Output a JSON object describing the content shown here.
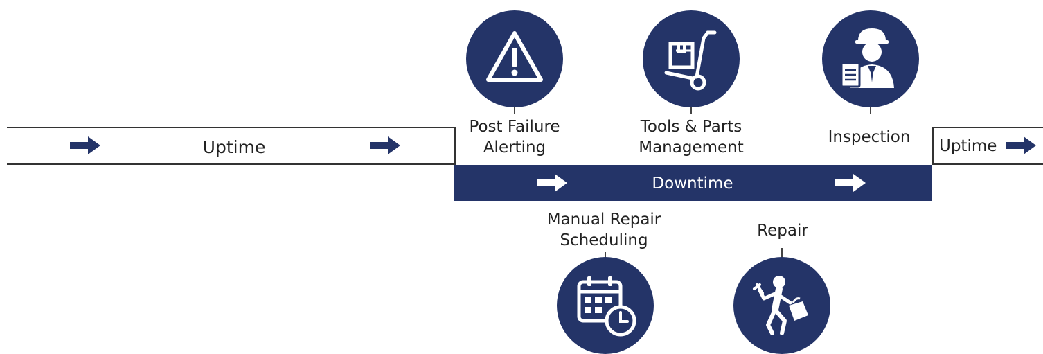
{
  "colors": {
    "accent": "#243468",
    "line": "#333333",
    "text": "#222222"
  },
  "uptime_left": {
    "label": "Uptime"
  },
  "downtime": {
    "label": "Downtime"
  },
  "uptime_right": {
    "label": "Uptime"
  },
  "steps": [
    {
      "label_line1": "Post Failure",
      "label_line2": "Alerting",
      "icon": "warning-icon"
    },
    {
      "label_line1": "Tools & Parts",
      "label_line2": "Management",
      "icon": "hand-truck-icon"
    },
    {
      "label_line1": "Inspection",
      "label_line2": "",
      "icon": "inspector-icon"
    },
    {
      "label_line1": "Manual Repair",
      "label_line2": "Scheduling",
      "icon": "calendar-clock-icon"
    },
    {
      "label_line1": "Repair",
      "label_line2": "",
      "icon": "repair-worker-icon"
    }
  ]
}
